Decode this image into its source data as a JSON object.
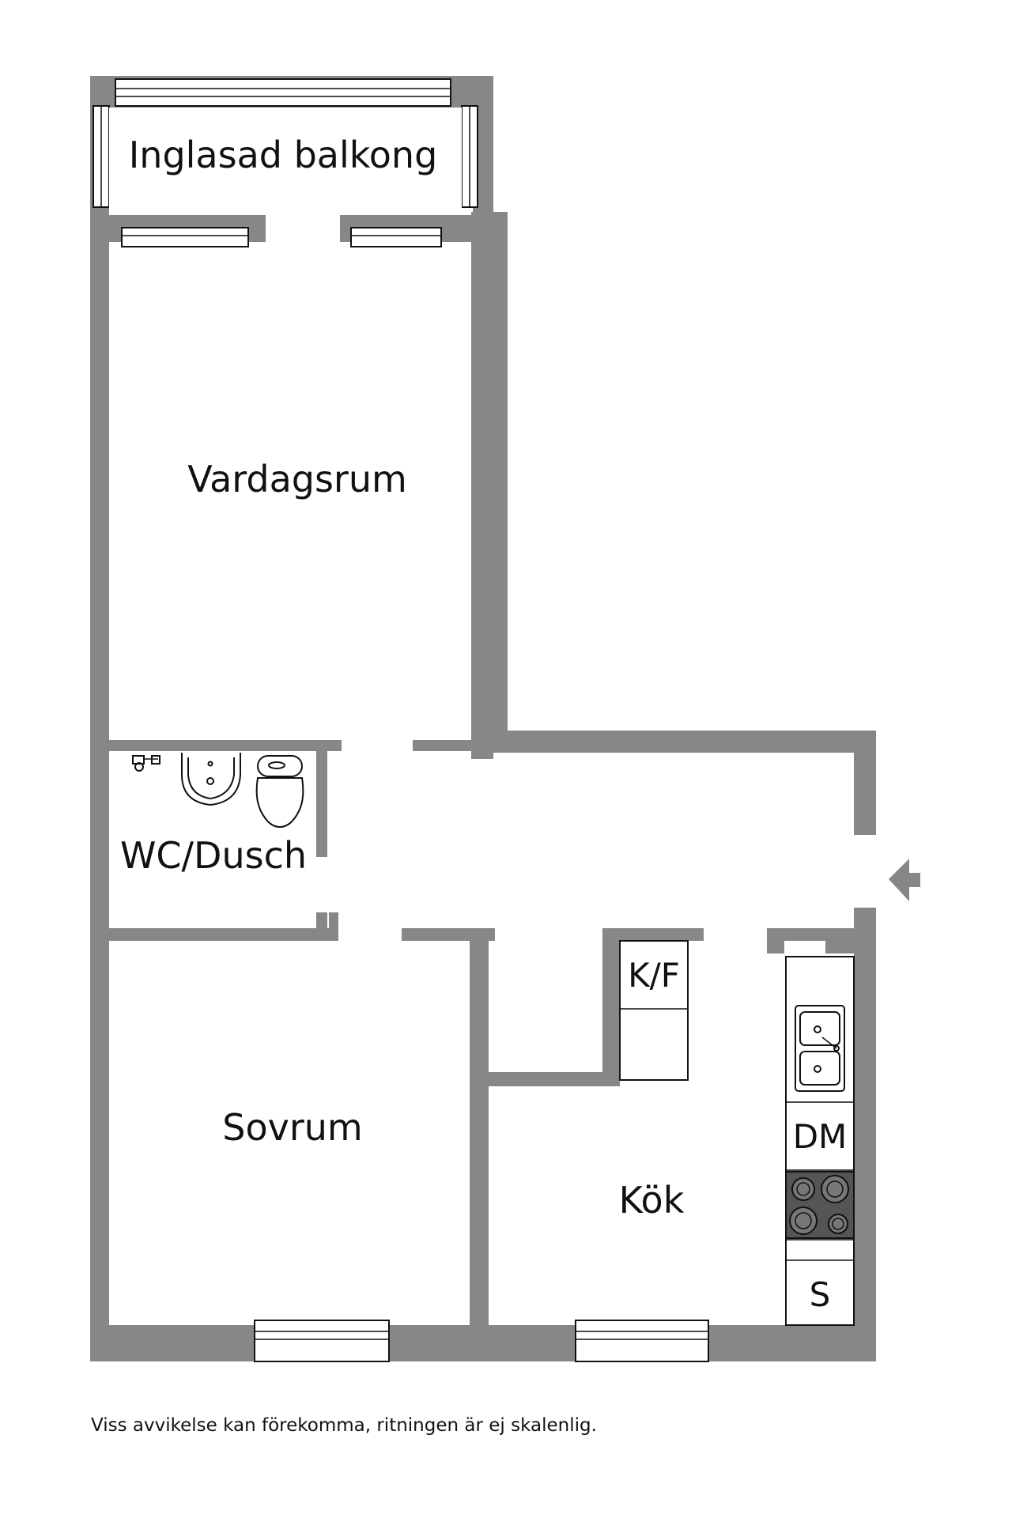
{
  "rooms": {
    "balcony": "Inglasad balkong",
    "living_room": "Vardagsrum",
    "wc": "WC/Dusch",
    "bedroom": "Sovrum",
    "kitchen": "Kök",
    "fridge_freezer": "K/F",
    "dishwasher": "DM",
    "cabinet": "S"
  },
  "note": "Viss avvikelse kan förekomma, ritningen är ej skalenlig.",
  "colors": {
    "wall": "#878787",
    "line": "#111111",
    "background": "#ffffff"
  },
  "icons": [
    "entrance-arrow-icon",
    "sink-icon",
    "toilet-icon",
    "washbasin-icon",
    "faucet-icon",
    "kitchen-sink-icon",
    "stove-icon"
  ]
}
